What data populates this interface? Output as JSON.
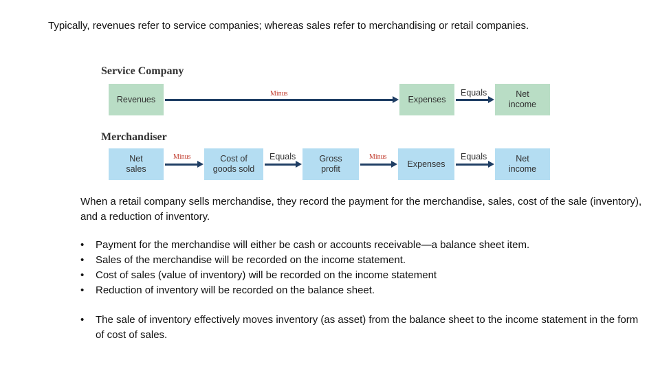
{
  "intro_text": "Typically, revenues refer to service companies; whereas sales refer to merchandising or retail companies.",
  "diagram": {
    "service": {
      "title": "Service Company",
      "revenues": "Revenues",
      "minus": "Minus",
      "expenses": "Expenses",
      "equals": "Equals",
      "net_income": "Net\nincome"
    },
    "merchandiser": {
      "title": "Merchandiser",
      "net_sales": "Net\nsales",
      "minus1": "Minus",
      "cogs": "Cost of\ngoods sold",
      "equals1": "Equals",
      "gross_profit": "Gross\nprofit",
      "minus2": "Minus",
      "expenses": "Expenses",
      "equals2": "Equals",
      "net_income": "Net\nincome"
    },
    "colors": {
      "service_box": "#b9ddc5",
      "merch_box": "#b4ddf2",
      "arrow": "#1f3e64",
      "minus_label": "#c0392b"
    }
  },
  "paragraph": "When a retail company sells merchandise, they record the payment for the merchandise, sales, cost of the sale (inventory), and a reduction of inventory.",
  "bullets": [
    "Payment for the merchandise will either be cash or accounts receivable—a balance sheet item.",
    "Sales of the merchandise will be recorded on the income statement.",
    "Cost of sales (value of inventory) will be recorded on the income statement",
    "Reduction of inventory will be recorded on the balance sheet."
  ],
  "final_bullet": "The sale of inventory effectively moves inventory (as asset) from the balance sheet to the income statement in the form of cost of sales."
}
